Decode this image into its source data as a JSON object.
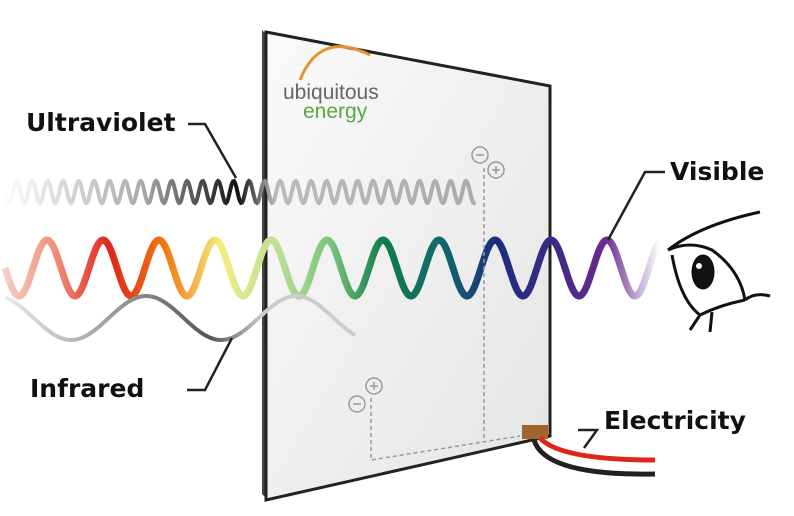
{
  "labels": {
    "ultraviolet": "Ultraviolet",
    "visible": "Visible",
    "infrared": "Infrared",
    "electricity": "Electricity"
  },
  "logo": {
    "line1": "ubiquitous",
    "line2": "energy"
  },
  "colors": {
    "logo_orange": "#e8922a",
    "logo_gray": "#666666",
    "logo_green": "#5aa83c",
    "wire_red": "#e0241b",
    "wire_black": "#222222",
    "connector": "#a0642c"
  },
  "spectrum": [
    "#f4d6cc",
    "#ef8f7c",
    "#e0261c",
    "#f07814",
    "#f4ec7c",
    "#bfe09a",
    "#7cc47a",
    "#0f7a4a",
    "#136a6e",
    "#1c2e7a",
    "#3a2a86",
    "#6a2a90",
    "#ffffff"
  ]
}
